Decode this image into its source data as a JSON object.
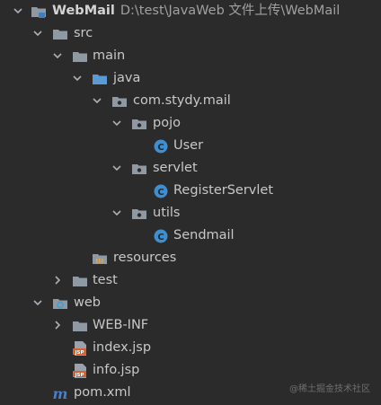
{
  "project": {
    "name": "WebMail",
    "path": "D:\\test\\JavaWeb 文件上传\\WebMail"
  },
  "tree": {
    "src": "src",
    "main": "main",
    "java": "java",
    "package": "com.stydy.mail",
    "pojo": "pojo",
    "user": "User",
    "servlet": "servlet",
    "register_servlet": "RegisterServlet",
    "utils": "utils",
    "sendmail": "Sendmail",
    "resources": "resources",
    "test": "test",
    "web": "web",
    "web_inf": "WEB-INF",
    "index_jsp": "index.jsp",
    "info_jsp": "info.jsp",
    "pom_xml": "pom.xml"
  },
  "icons": {
    "module": "module-folder-icon",
    "folder": "folder-icon",
    "source_folder": "source-root-folder-icon",
    "package": "package-icon",
    "class": "java-class-icon",
    "resources": "resources-folder-icon",
    "web": "web-folder-icon",
    "jsp": "jsp-file-icon",
    "maven": "maven-icon"
  },
  "colors": {
    "background": "#2b2b2b",
    "text": "#bbbbbb",
    "folder": "#8f99a3",
    "source_folder": "#5a9bd5",
    "class_icon": "#3e8ed0",
    "jsp_icon": "#d95f2b",
    "maven": "#4a7ec9"
  },
  "watermark": "@稀土掘金技术社区"
}
